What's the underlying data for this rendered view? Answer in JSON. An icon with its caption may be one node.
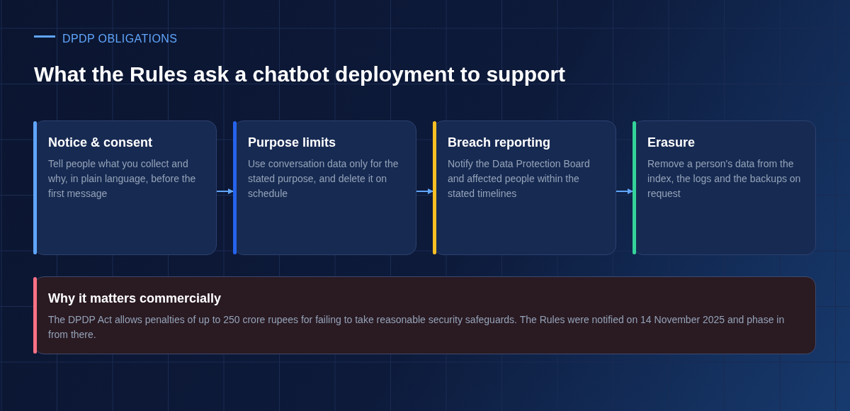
{
  "diagram": {
    "title": "What the Rules ask a chatbot deployment to support",
    "nodes": [
      {
        "text": [
          "Notice & consent",
          "Tell people what you collect and why, in plain language, before the first message"
        ]
      },
      {
        "text": [
          "Purpose limits",
          "Use conversation data only for the stated purpose, and delete it on schedule"
        ]
      },
      {
        "text": [
          "Breach reporting",
          "Notify the Data Protection Board and affected people within the stated timelines"
        ]
      },
      {
        "text": [
          "Erasure",
          "Remove a person's data from the index, the logs and the backups on request"
        ]
      },
      {
        "text": [
          "Why it matters commercially",
          "The DPDP Act allows penalties of up to 250 crore rupees for failing to take reasonable security safeguards. The Rules were notified on 14 November 2025 and phase in from there."
        ]
      }
    ],
    "edges": [
      {
        "from": 0,
        "to": 1,
        "arrow": "to"
      },
      {
        "from": 1,
        "to": 2,
        "arrow": "to"
      },
      {
        "from": 2,
        "to": 3,
        "arrow": "to"
      }
    ],
    "labels": [
      "DPDP OBLIGATIONS"
    ]
  }
}
